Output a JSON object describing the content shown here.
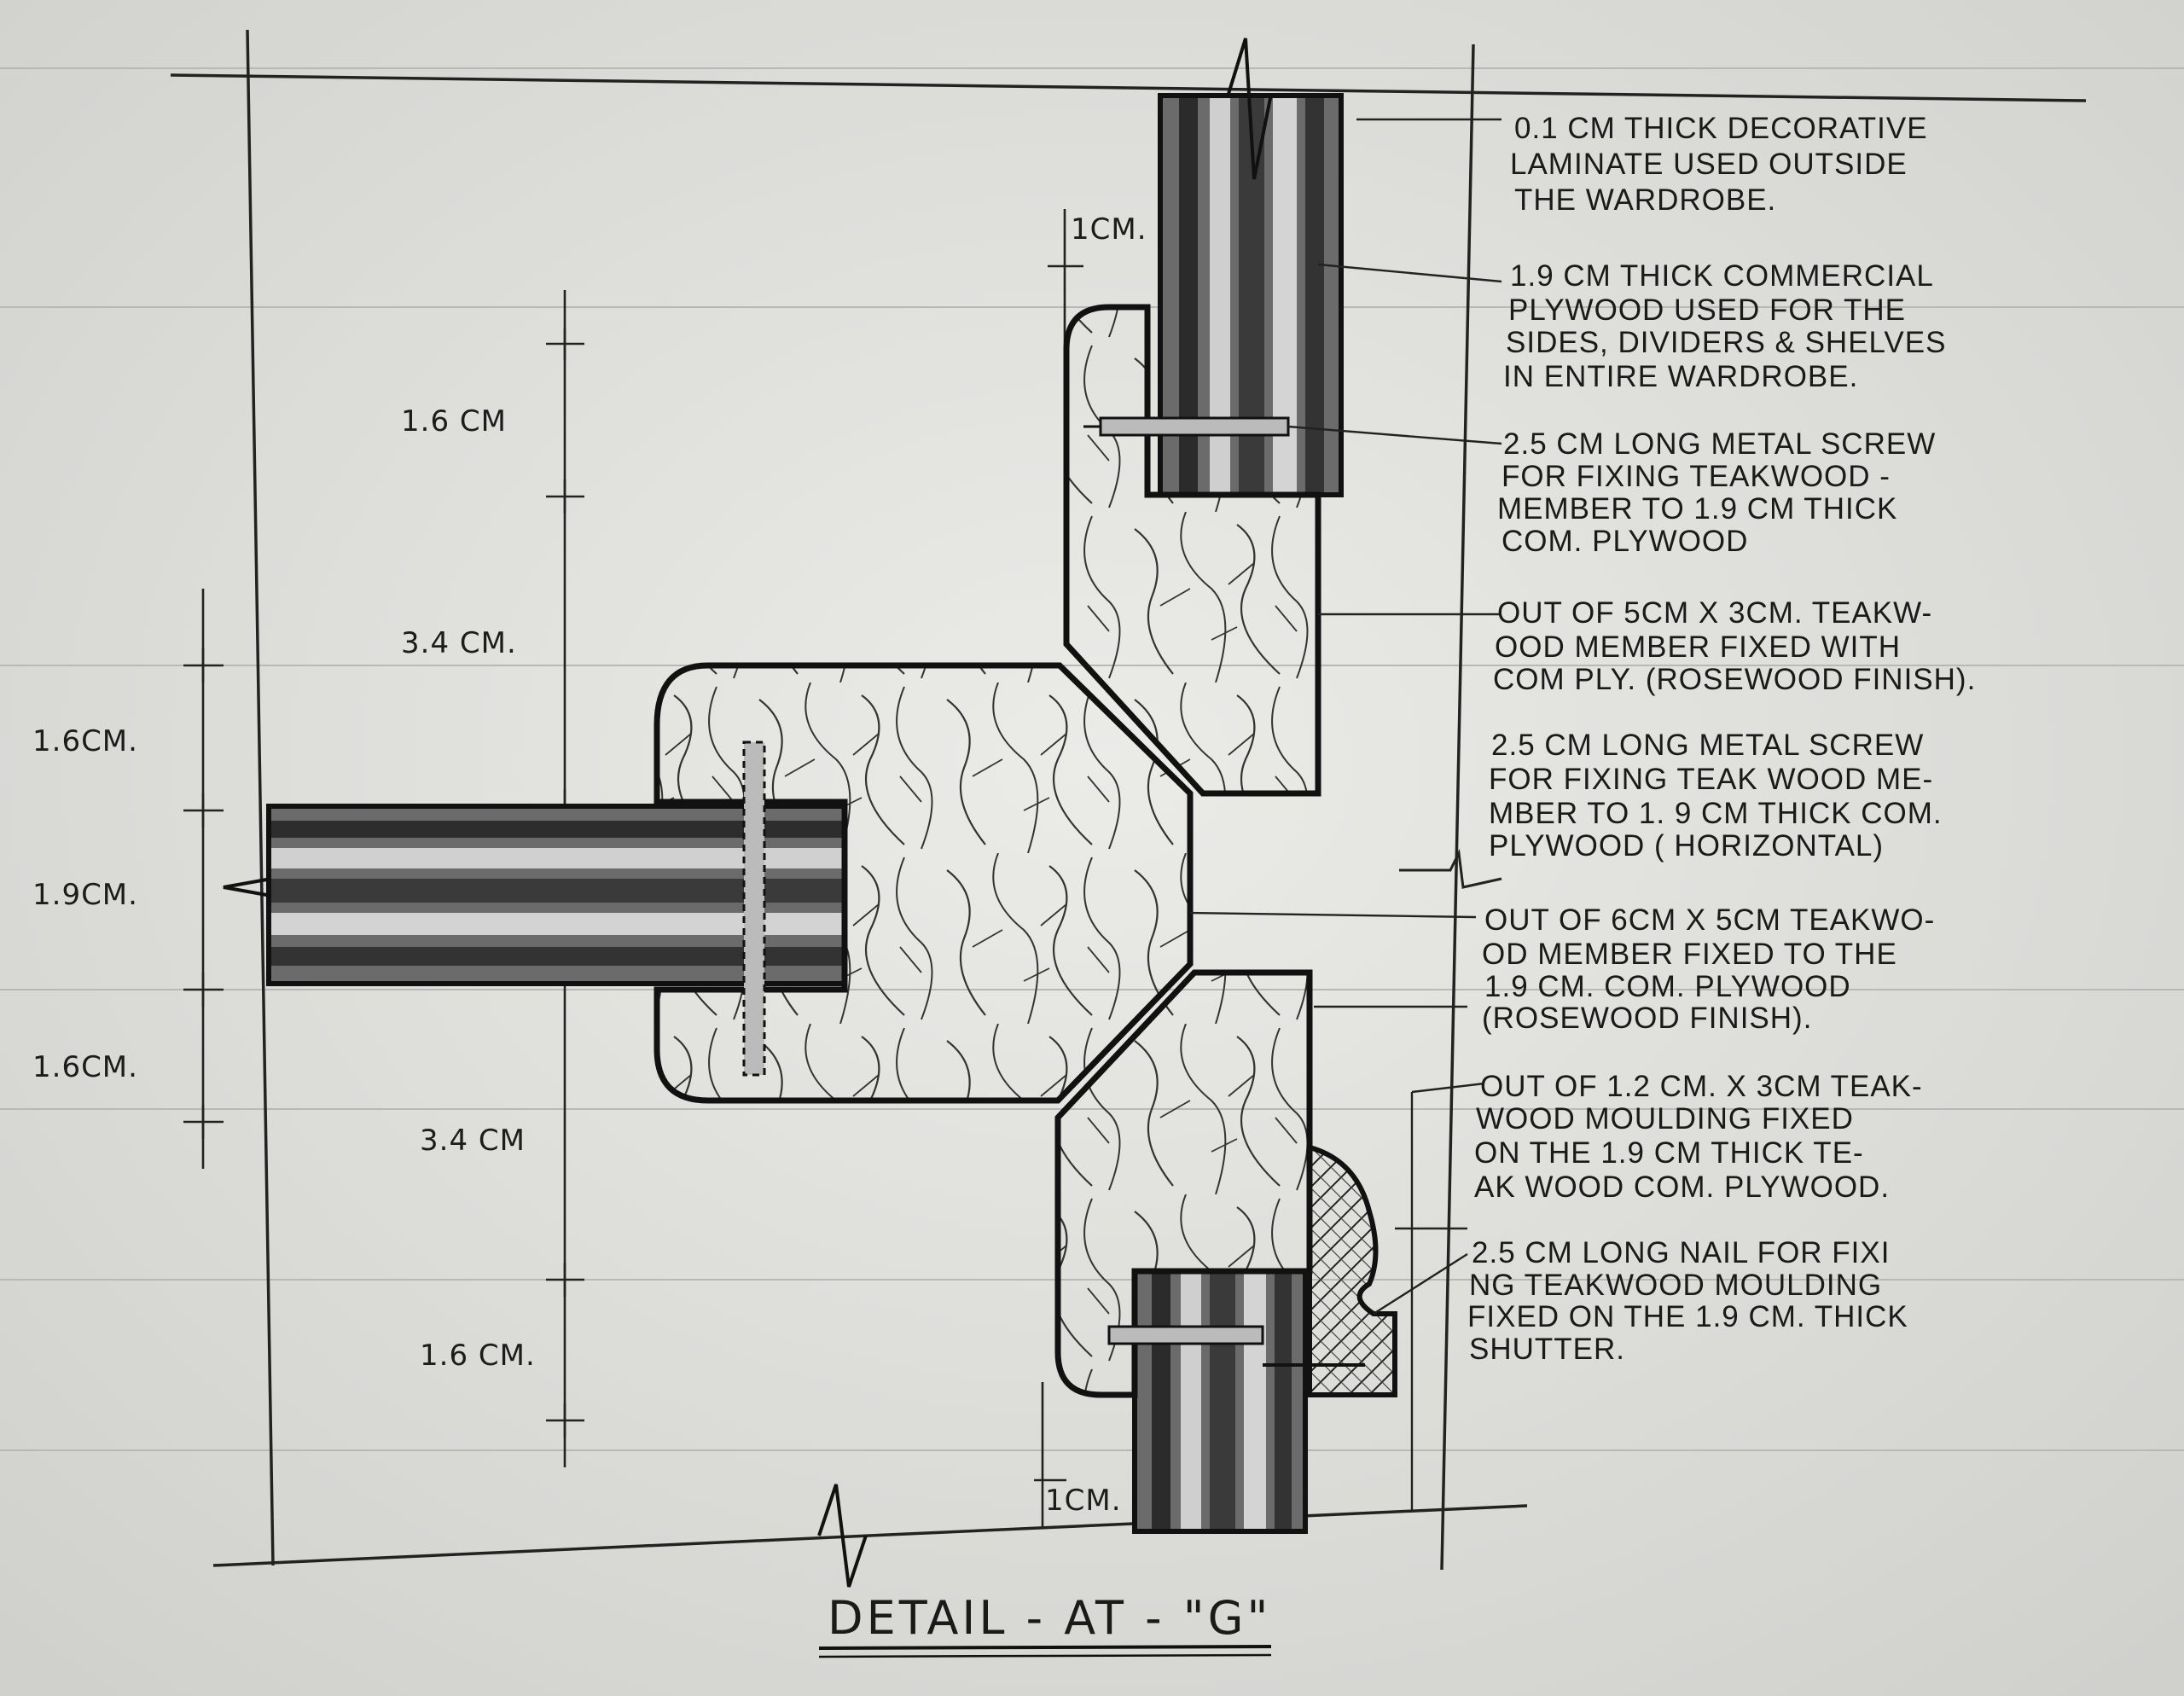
{
  "drawing": {
    "title": "DETAIL - AT - \"G\"",
    "dimensions": {
      "top_1cm": "1CM.",
      "top_1_6": "1.6 CM",
      "upper_3_4": "3.4 CM.",
      "left_1_6_top": "1.6CM.",
      "left_1_9": "1.9CM.",
      "left_1_6_bottom": "1.6CM.",
      "lower_3_4": "3.4 CM",
      "bottom_1_6": "1.6 CM.",
      "bottom_1cm": "1CM."
    },
    "notes": [
      [
        "0.1 CM THICK DECORATIVE",
        "LAMINATE USED OUTSIDE",
        "THE WARDROBE."
      ],
      [
        "1.9 CM THICK COMMERCIAL",
        "PLYWOOD USED FOR  THE",
        "SIDES, DIVIDERS & SHELVES",
        "IN ENTIRE  WARDROBE."
      ],
      [
        "2.5 CM LONG METAL SCREW",
        "FOR FIXING TEAKWOOD -",
        "MEMBER TO 1.9 CM THICK",
        "COM. PLYWOOD"
      ],
      [
        "OUT OF 5CM X 3CM. TEAKW-",
        "OOD MEMBER FIXED WITH",
        "COM PLY. (ROSEWOOD FINISH)."
      ],
      [
        "2.5 CM LONG METAL SCREW",
        "FOR FIXING TEAK WOOD ME-",
        "MBER TO 1. 9 CM THICK COM.",
        "PLYWOOD ( HORIZONTAL)"
      ],
      [
        "OUT OF 6CM X 5CM TEAKWO-",
        "OD MEMBER FIXED TO THE",
        "1.9 CM. COM. PLYWOOD",
        "(ROSEWOOD FINISH)."
      ],
      [
        "OUT OF 1.2 CM. X 3CM TEAK-",
        "WOOD MOULDING FIXED",
        "ON THE 1.9 CM THICK TE-",
        "AK WOOD COM. PLYWOOD."
      ],
      [
        "2.5 CM LONG NAIL FOR FIXI",
        "NG TEAKWOOD MOULDING",
        "FIXED ON THE 1.9 CM. THICK",
        "SHUTTER."
      ]
    ]
  }
}
